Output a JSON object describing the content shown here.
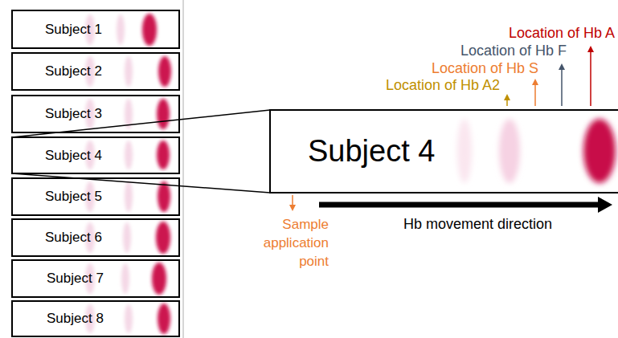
{
  "diagram": {
    "nodes": [
      {
        "text": [
          "Subject 1"
        ]
      },
      {
        "text": [
          "Subject 2"
        ]
      },
      {
        "text": [
          "Subject 3"
        ]
      },
      {
        "text": [
          "Subject 4"
        ]
      },
      {
        "text": [
          "Subject 5"
        ]
      },
      {
        "text": [
          "Subject 6"
        ]
      },
      {
        "text": [
          "Subject 7"
        ]
      },
      {
        "text": [
          "Subject 8"
        ]
      },
      {
        "text": [
          "Subject 4"
        ]
      }
    ],
    "edges": [
      {
        "from": 3,
        "to": 8,
        "arrow": "none"
      },
      {
        "from": 3,
        "to": 8,
        "arrow": "none"
      }
    ],
    "labels": [
      "Location of Hb A",
      "Location of Hb F",
      "Location of Hb S",
      "Location of Hb A2",
      "Sample application point",
      "Hb movement direction"
    ]
  }
}
